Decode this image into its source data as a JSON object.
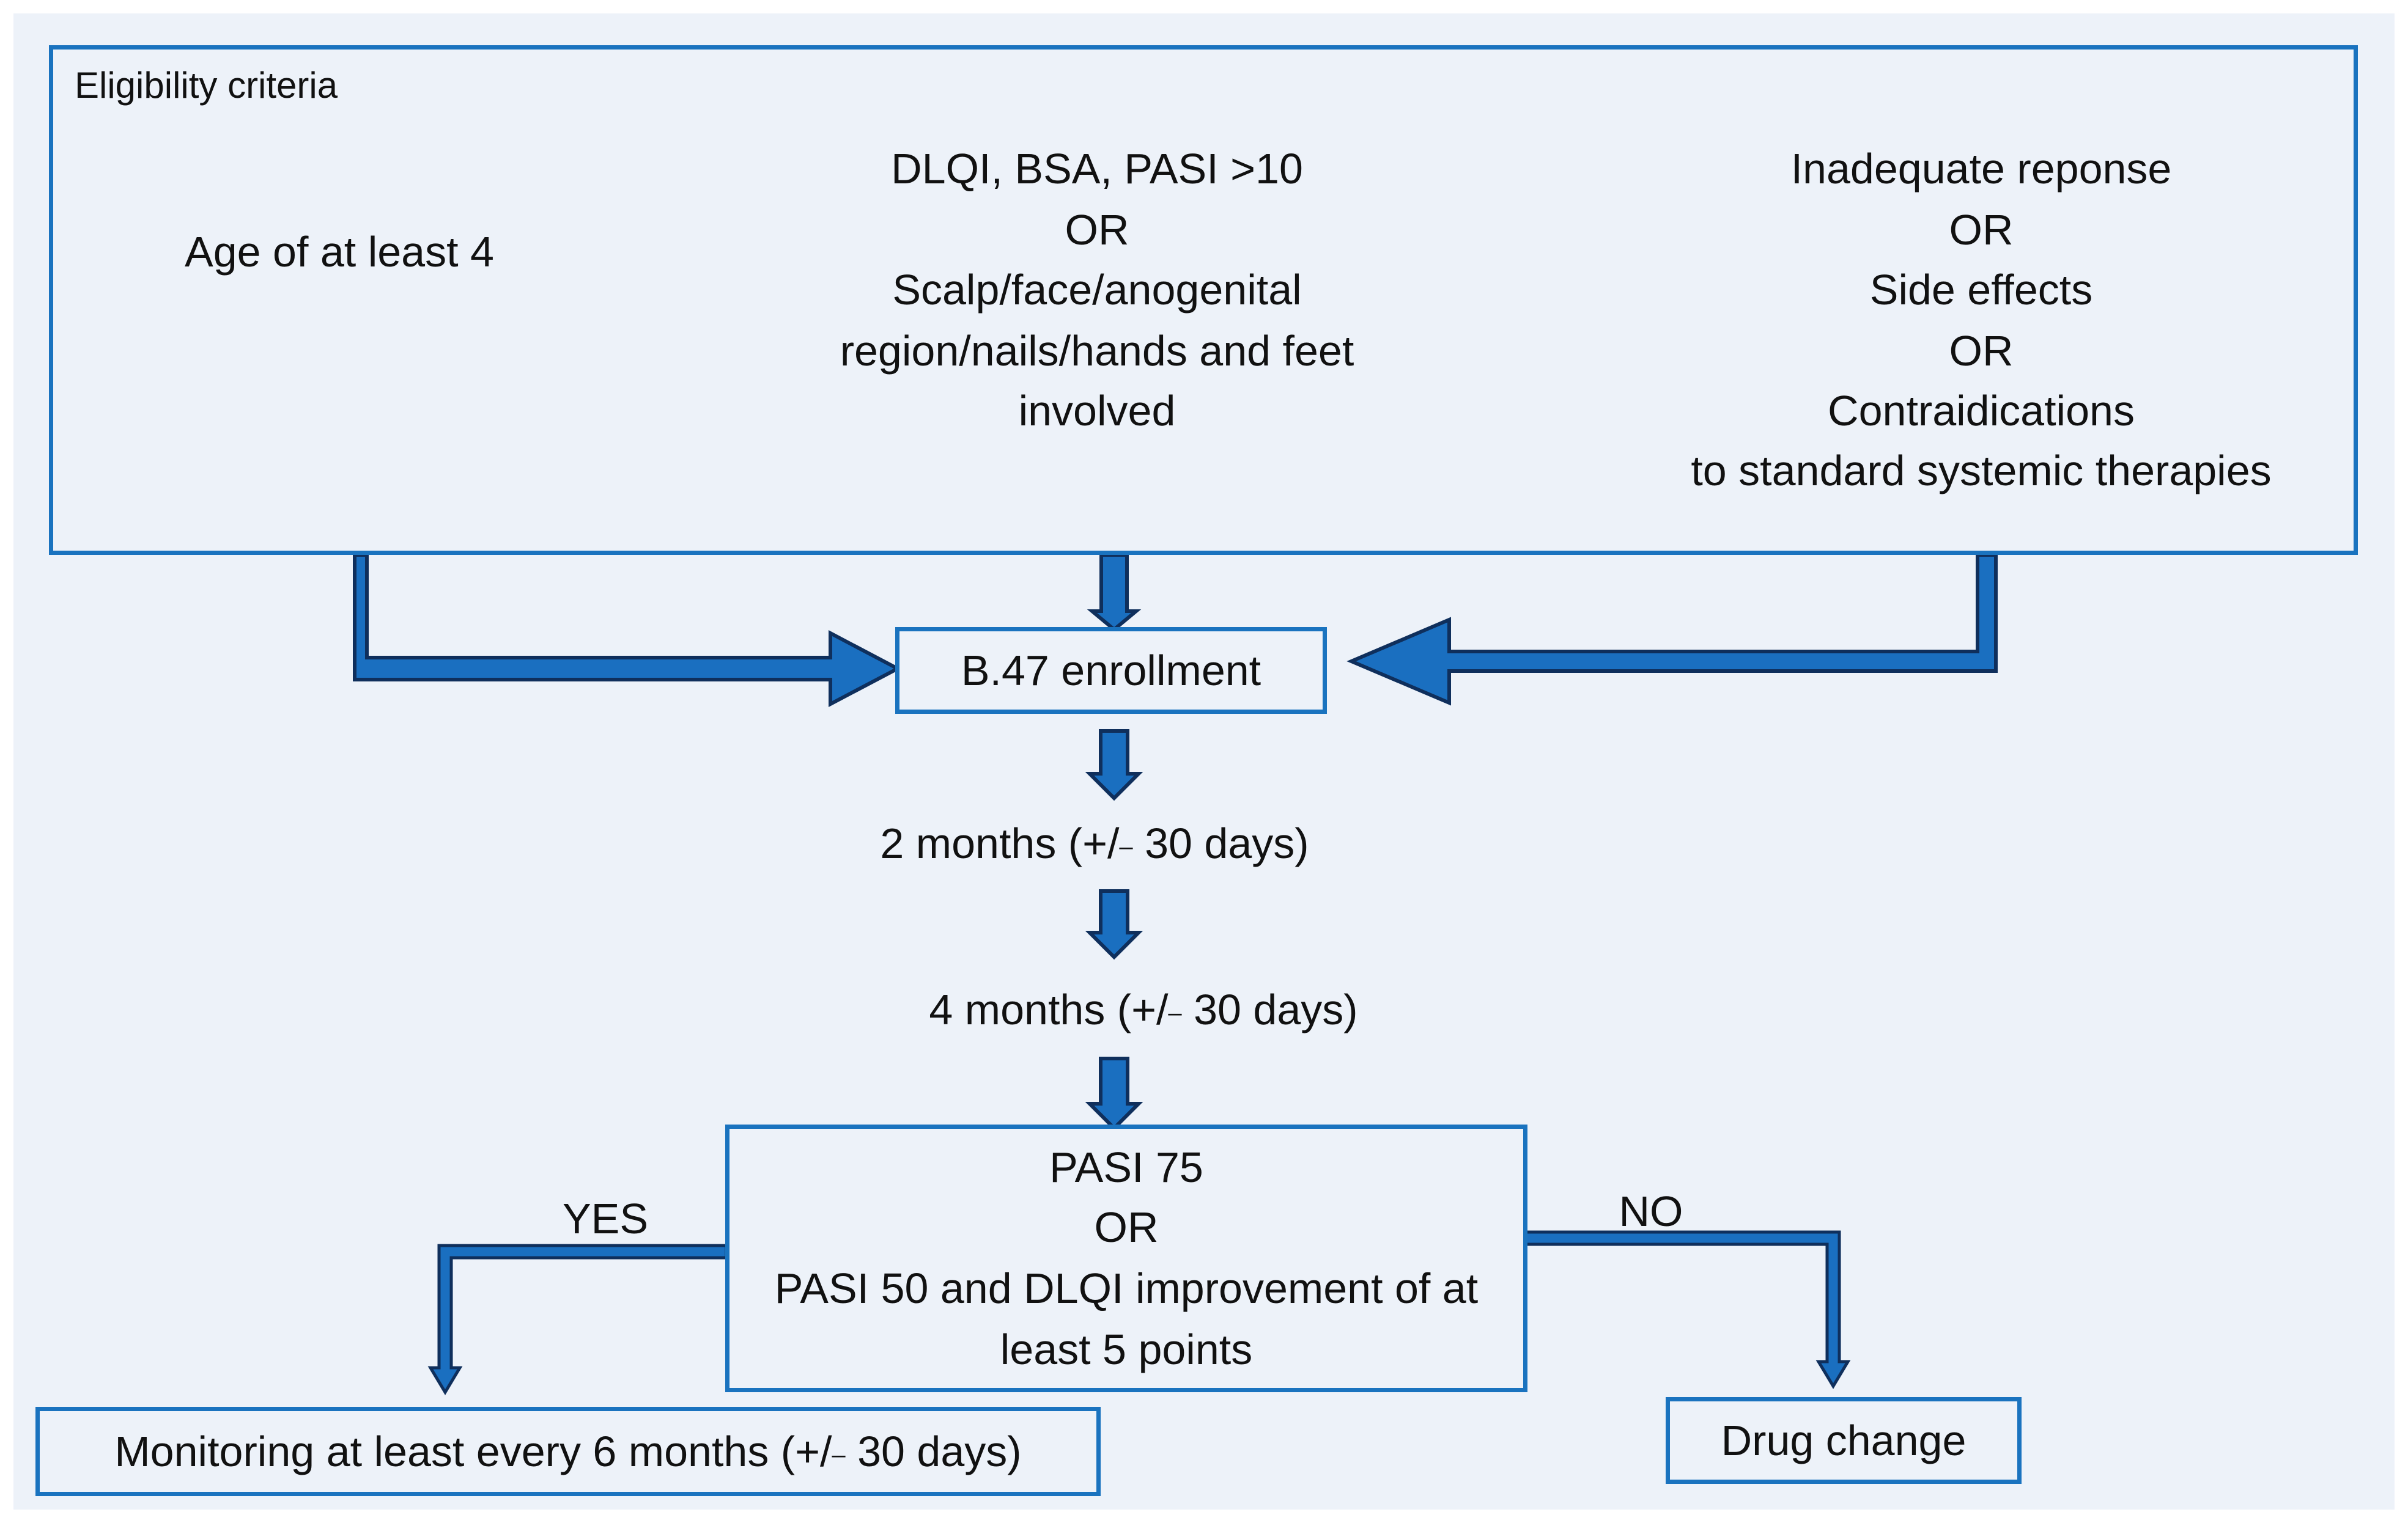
{
  "colors": {
    "border": "#1a73bf",
    "arrow_fill": "#1a6fc0",
    "arrow_stroke": "#0f2f5c",
    "background": "#edf2f9"
  },
  "eligibility": {
    "title": "Eligibility criteria",
    "age": "Age of at least 4",
    "severity": [
      "DLQI, BSA, PASI >10",
      "OR",
      "Scalp/face/anogenital",
      "region/nails/hands and feet",
      "involved"
    ],
    "therapy": [
      "Inadequate reponse",
      "OR",
      "Side effects",
      "OR",
      "Contraidications",
      "to standard systemic therapies"
    ]
  },
  "enrollment": "B.47 enrollment",
  "two_months": {
    "before": "2 months (+/",
    "dash": "–",
    "after": " 30 days)"
  },
  "four_months": {
    "before": "4 months (+/",
    "dash": "–",
    "after": " 30 days)"
  },
  "decision": [
    "PASI 75",
    "OR",
    "PASI 50 and DLQI improvement of at",
    "least 5 points"
  ],
  "yes_label": "YES",
  "no_label": "NO",
  "monitoring": {
    "before": "Monitoring at least every 6 months (+/",
    "dash": "–",
    "after": " 30 days)"
  },
  "drug_change": "Drug change"
}
